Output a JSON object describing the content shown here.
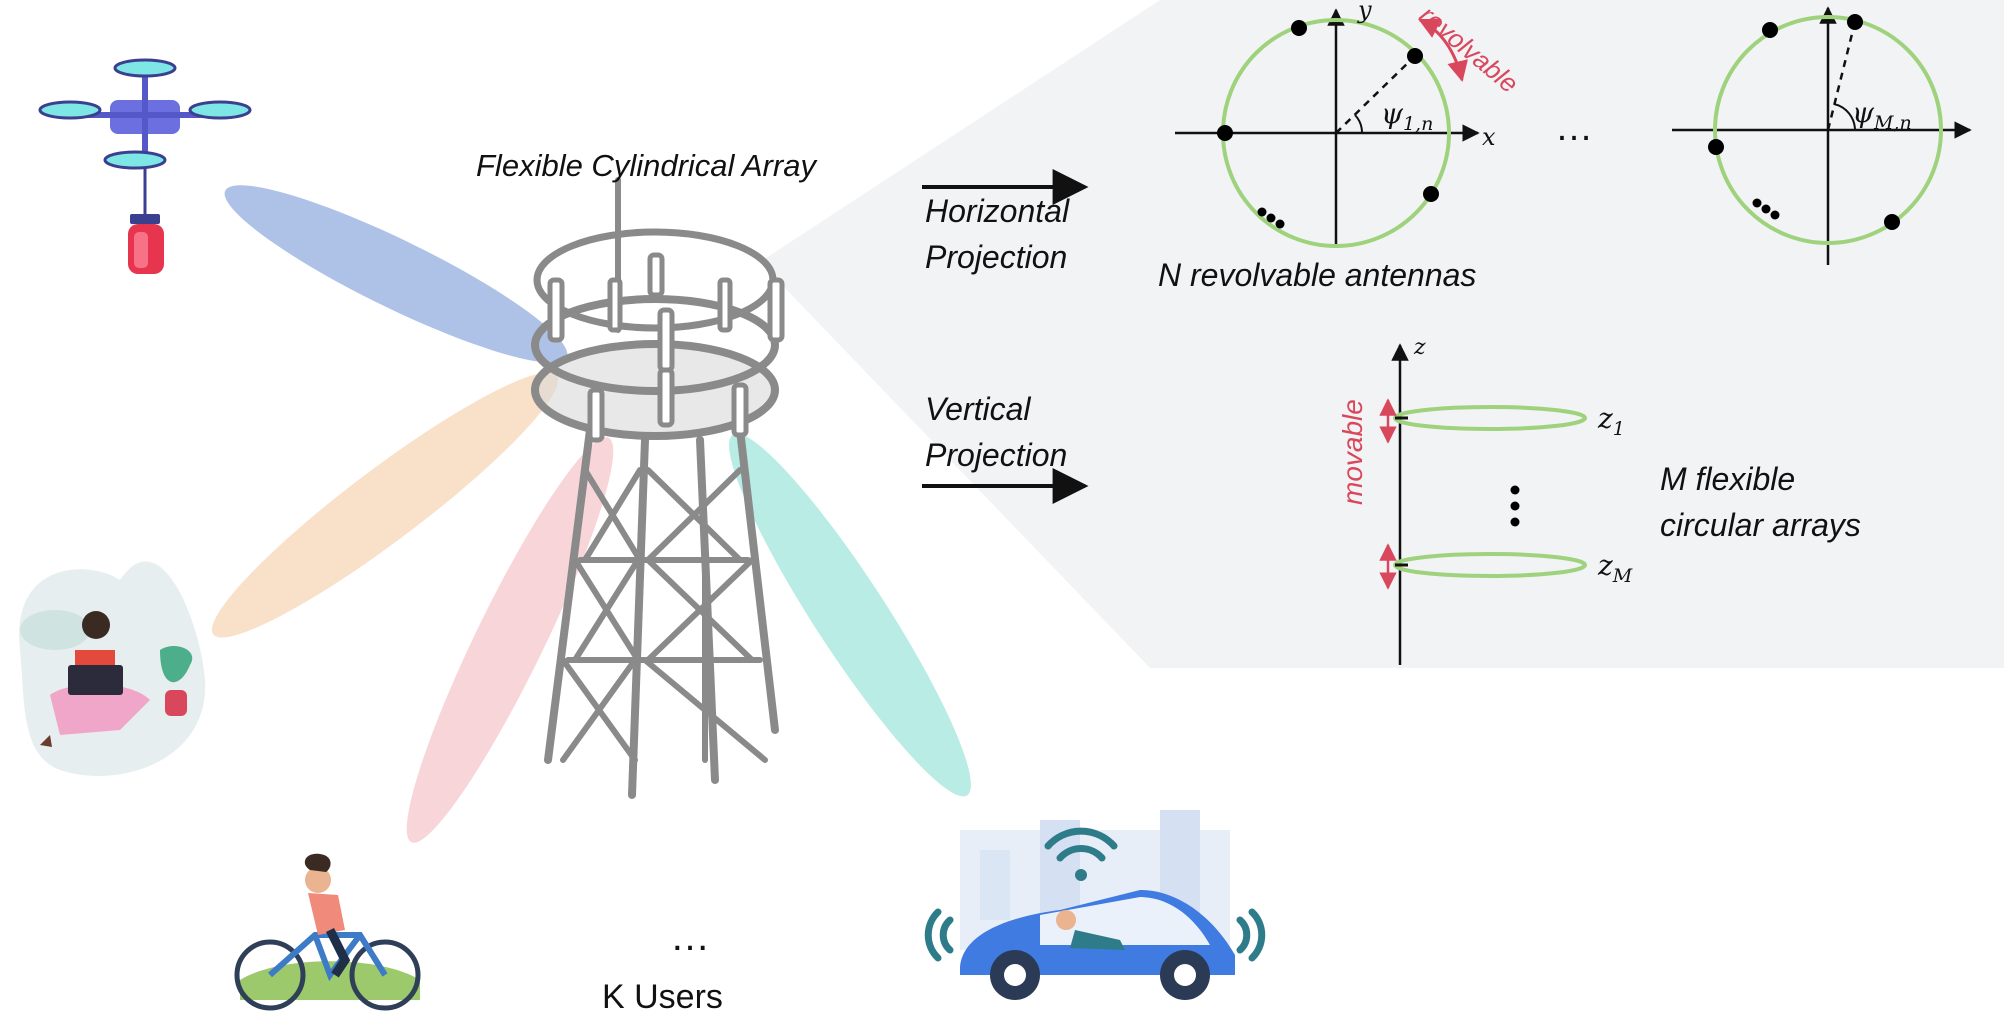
{
  "colors": {
    "panel": "#f2f3f5",
    "ring": "#9fd27d",
    "accent_red": "#d9475c",
    "beam_blue": "#6b8fd6",
    "beam_orange": "#f4c79d",
    "beam_pink": "#f3b3b8",
    "beam_teal": "#7fdccf",
    "tower": "#8a8a8a"
  },
  "labels": {
    "array_title": "Flexible Cylindrical Array",
    "horizontal": [
      "Horizontal",
      "Projection"
    ],
    "vertical": [
      "Vertical",
      "Projection"
    ],
    "antennas": "N revolvable antennas",
    "revolvable": "revolvable",
    "movable": "movable",
    "flexible": [
      "M flexible",
      "circular arrays"
    ],
    "users": "K Users",
    "ellipsis": "…",
    "ellipsis_mid": "…",
    "ellipsis_users": "…"
  },
  "axes": {
    "x": "x",
    "y": "y",
    "z": "z",
    "psi1": "ψ",
    "psi1_sub": "1,n",
    "psiM": "ψ",
    "psiM_sub": "M,n",
    "z1": "z",
    "z1_sub": "1",
    "zM": "z",
    "zM_sub": "M"
  },
  "icons": [
    "drone-icon",
    "laptop-user-icon",
    "cyclist-icon",
    "car-user-icon",
    "tower-icon"
  ]
}
